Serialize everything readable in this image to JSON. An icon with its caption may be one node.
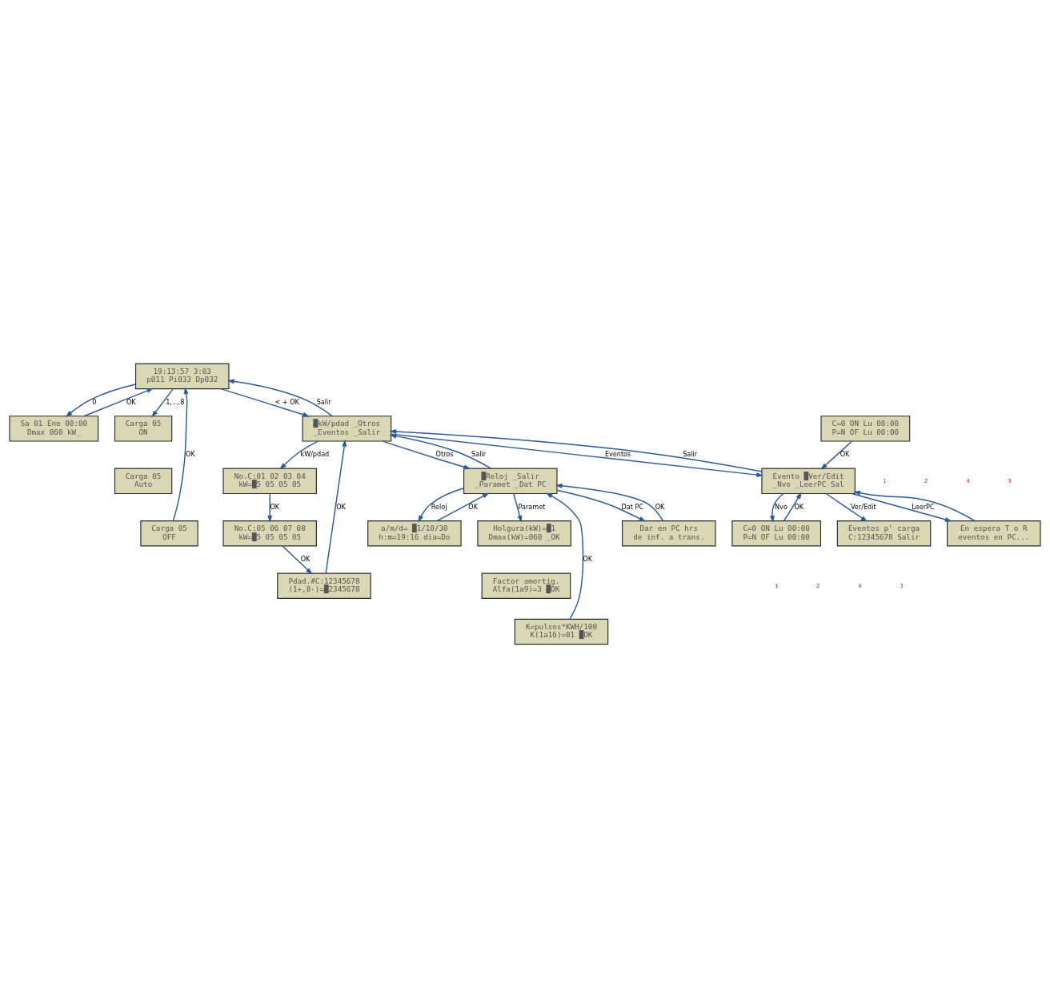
{
  "diagram": {
    "nodes": [
      {
        "text": [
          "19:13:57 3:03",
          "p011 Pi033 Dp032"
        ]
      },
      {
        "text": [
          "Sa 01 Ene 00:00",
          "Dmax 060 kW_"
        ]
      },
      {
        "text": [
          "Carga 05",
          "ON"
        ]
      },
      {
        "text": [
          "Carga 05",
          "Auto"
        ]
      },
      {
        "text": [
          "Carga 05",
          "OFF"
        ]
      },
      {
        "text": [
          "█kW/pdad _Otros",
          "_Eventos _Salir"
        ]
      },
      {
        "text": [
          "No.C:01 02 03 04",
          "kW=█5 05 05 05"
        ]
      },
      {
        "text": [
          "No.C:05 06 07 08",
          "kW=█5 05 05 05"
        ]
      },
      {
        "text": [
          "Pdad.#C:12345678",
          "(1+,8-)=█2345678"
        ]
      },
      {
        "text": [
          "█Reloj _Salir",
          "_Paramet _Dat PC"
        ]
      },
      {
        "text": [
          "a/m/d= █1/10/30",
          "h:m=19:16 dia=Do"
        ]
      },
      {
        "text": [
          "Holgura(kW)=█1",
          "Dmax(kW)=060 _OK"
        ]
      },
      {
        "text": [
          "Factor amortig.",
          "Alfa(1a9)=3 █OK"
        ]
      },
      {
        "text": [
          "K=pulsos*KWH/100",
          "K(1a16)=01 █OK"
        ]
      },
      {
        "text": [
          "Dar en PC hrs",
          "de inf. a trans."
        ]
      },
      {
        "text": [
          "Evento █Ver/Edit",
          "_Nvo _LeerPC Sal"
        ]
      },
      {
        "text": [
          "C=0 ON Lu 00:00",
          "P=N OF Lu 00:00"
        ]
      },
      {
        "text": [
          "Eventos p' carga",
          "C:12345678 Salir"
        ]
      },
      {
        "text": [
          "C=0 ON Lu 00:00",
          "P=N OF Lu 00:00"
        ]
      },
      {
        "text": [
          "En espera T o R",
          "eventos en PC..."
        ]
      }
    ],
    "edges": [
      {
        "from": 0,
        "to": 1,
        "arrow": "to",
        "label": "0"
      },
      {
        "from": 1,
        "to": 0,
        "arrow": "to",
        "label": "OK"
      },
      {
        "from": 0,
        "to": 2,
        "arrow": "to",
        "label": "1,...,8"
      },
      {
        "from": 4,
        "to": 0,
        "arrow": "to",
        "label": "OK"
      },
      {
        "from": 0,
        "to": 5,
        "arrow": "to",
        "label": "< + OK"
      },
      {
        "from": 5,
        "to": 0,
        "arrow": "to",
        "label": "Salir"
      },
      {
        "from": 5,
        "to": 6,
        "arrow": "to",
        "label": "kW/pdad"
      },
      {
        "from": 6,
        "to": 7,
        "arrow": "to",
        "label": "OK"
      },
      {
        "from": 7,
        "to": 8,
        "arrow": "to",
        "label": "OK"
      },
      {
        "from": 8,
        "to": 5,
        "arrow": "to",
        "label": "OK"
      },
      {
        "from": 5,
        "to": 9,
        "arrow": "to",
        "label": "Otros"
      },
      {
        "from": 9,
        "to": 5,
        "arrow": "to",
        "label": "Salir"
      },
      {
        "from": 9,
        "to": 10,
        "arrow": "to",
        "label": "Reloj"
      },
      {
        "from": 10,
        "to": 9,
        "arrow": "to",
        "label": "OK"
      },
      {
        "from": 9,
        "to": 11,
        "arrow": "to",
        "label": "Paramet"
      },
      {
        "from": 13,
        "to": 9,
        "arrow": "to",
        "label": "OK"
      },
      {
        "from": 9,
        "to": 14,
        "arrow": "to",
        "label": "Dat PC"
      },
      {
        "from": 14,
        "to": 9,
        "arrow": "to",
        "label": "OK"
      },
      {
        "from": 5,
        "to": 15,
        "arrow": "to",
        "label": "Eventos"
      },
      {
        "from": 15,
        "to": 5,
        "arrow": "to",
        "label": "Salir"
      },
      {
        "from": 15,
        "to": 16,
        "arrow": "to",
        "label": "Nvo"
      },
      {
        "from": 16,
        "to": 15,
        "arrow": "to",
        "label": "OK"
      },
      {
        "from": 15,
        "to": 17,
        "arrow": "to",
        "label": "Ver/Edit"
      },
      {
        "from": 18,
        "to": 15,
        "arrow": "to",
        "label": "OK"
      },
      {
        "from": 15,
        "to": 19,
        "arrow": "to",
        "label": "LeerPC"
      },
      {
        "from": 19,
        "to": 15,
        "arrow": "to"
      }
    ],
    "labels": [
      "1",
      "2",
      "4",
      "3",
      "1",
      "2",
      "4",
      "3"
    ]
  }
}
